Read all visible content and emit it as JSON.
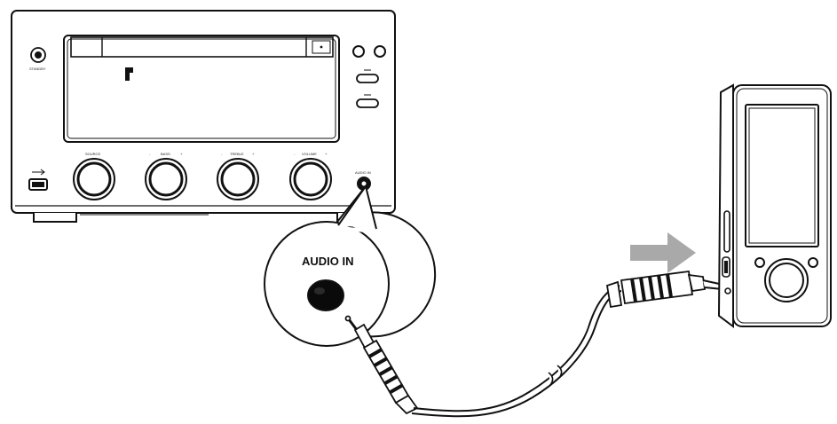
{
  "diagram": {
    "callout_label": "AUDIO IN",
    "device_labels": {
      "standby": "STANDBY",
      "source": "SOURCE",
      "bass": "BASS",
      "treble": "TREBLE",
      "volume": "VOLUME",
      "audio_in_small": "AUDIO IN",
      "bass_minus": "-",
      "bass_plus": "+",
      "treble_minus": "-",
      "treble_plus": "+",
      "volume_minus": "-",
      "volume_plus": "+"
    },
    "colors": {
      "line": "#111111",
      "arrow": "#a9a9a9",
      "jack": "#0a0a0a"
    },
    "icons": {
      "usb": "usb-icon",
      "standby": "power-icon",
      "arrow": "arrow-right-icon"
    }
  }
}
